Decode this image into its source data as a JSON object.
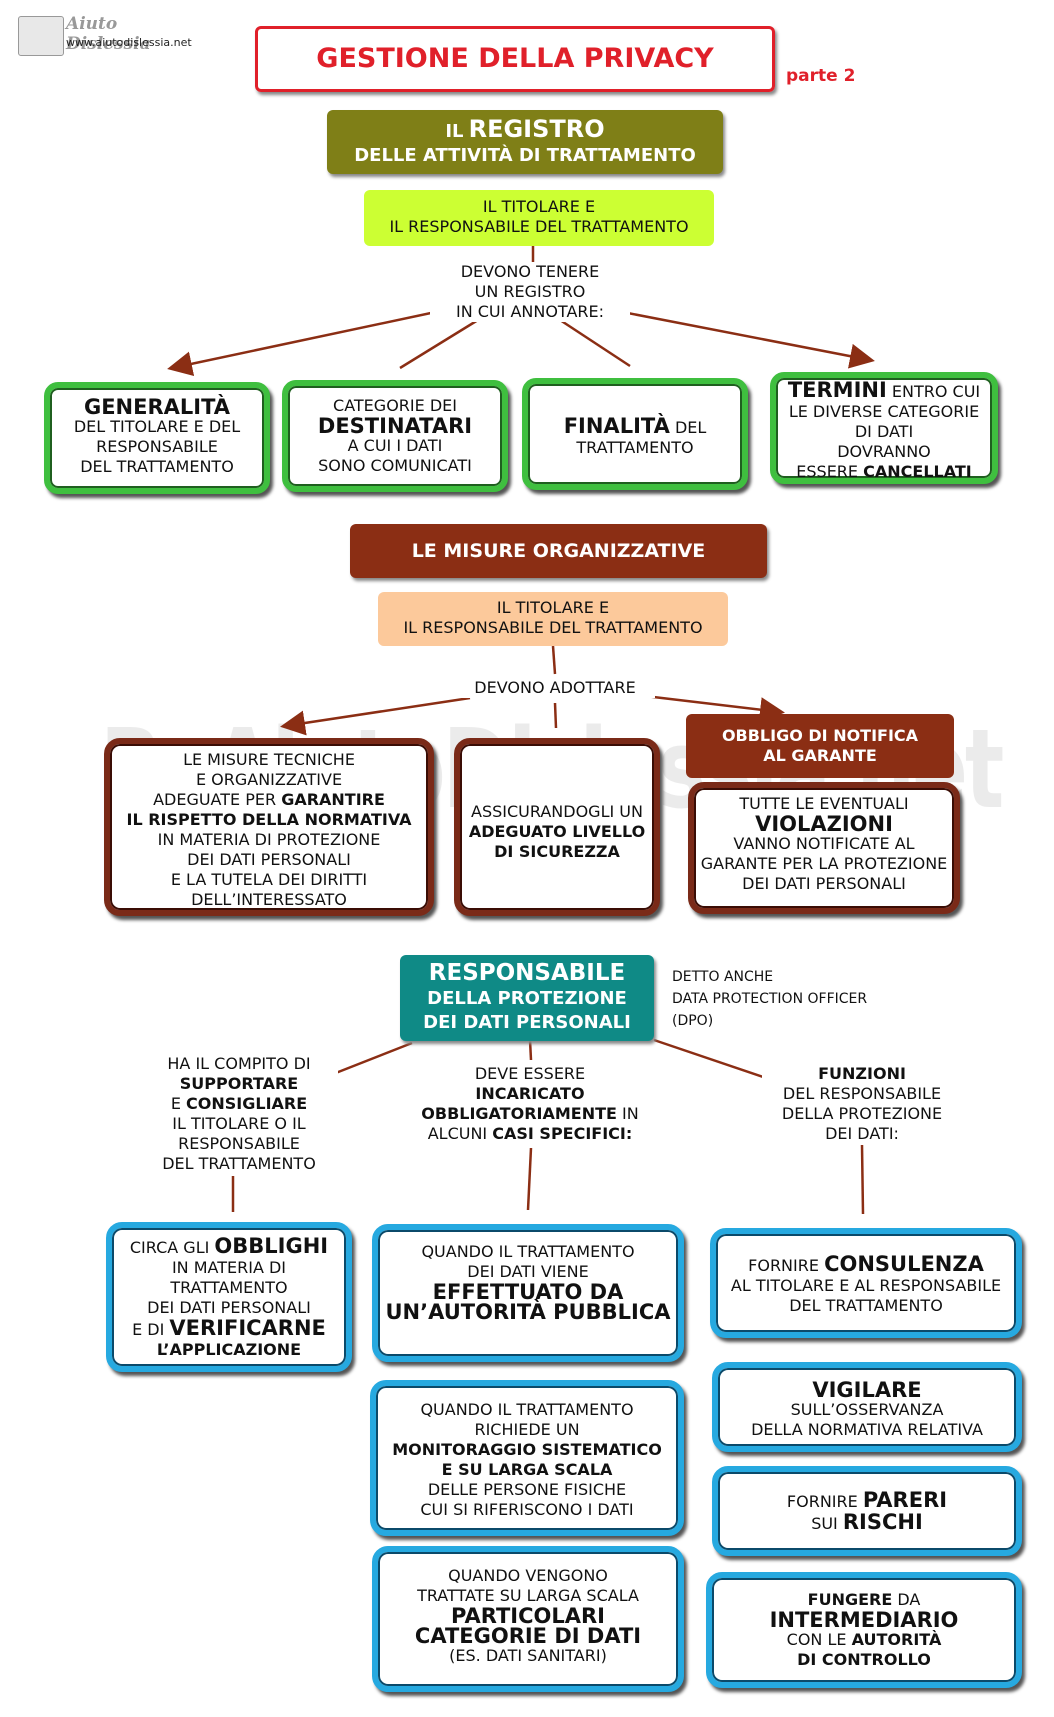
{
  "logo": {
    "name": "Aiuto Dislessia",
    "url": "www.aiutodislessia.net"
  },
  "title": "GESTIONE DELLA PRIVACY",
  "part": "parte 2",
  "watermark": "ByAiutoDislessia.net",
  "registro": {
    "header_small": "IL",
    "header_big": "REGISTRO",
    "header_line2": "DELLE ATTIVITÀ DI TRATTAMENTO",
    "subject_line1": "IL TITOLARE E",
    "subject_line2": "IL RESPONSABILE DEL TRATTAMENTO",
    "connector_line1": "DEVONO TENERE",
    "connector_line2": "UN REGISTRO",
    "connector_line3": "IN CUI ANNOTARE:",
    "boxes": [
      {
        "bold": "GENERALITÀ",
        "l1": "DEL TITOLARE E DEL",
        "l2": "RESPONSABILE",
        "l3": "DEL TRATTAMENTO"
      },
      {
        "pre": "CATEGORIE DEI",
        "bold": "DESTINATARI",
        "l1": "A CUI I DATI",
        "l2": "SONO COMUNICATI"
      },
      {
        "bold": "FINALITÀ",
        "after": "DEL",
        "l1": "TRATTAMENTO"
      },
      {
        "bold": "TERMINI",
        "after": "ENTRO CUI",
        "l1": "LE DIVERSE CATEGORIE",
        "l2": "DI DATI",
        "l3": "DOVRANNO",
        "l4_pre": "ESSERE",
        "l4_bold": "CANCELLATI"
      }
    ]
  },
  "misure": {
    "header": "LE MISURE ORGANIZZATIVE",
    "subject_line1": "IL TITOLARE E",
    "subject_line2": "IL RESPONSABILE DEL TRATTAMENTO",
    "connector": "DEVONO ADOTTARE",
    "box1": {
      "l1": "LE MISURE TECNICHE",
      "l2": "E ORGANIZZATIVE",
      "l3_pre": "ADEGUATE PER",
      "l3_bold": "GARANTIRE",
      "l4_bold": "IL RISPETTO DELLA NORMATIVA",
      "l5": "IN MATERIA DI PROTEZIONE",
      "l6": "DEI DATI PERSONALI",
      "l7": "E LA TUTELA DEI DIRITTI",
      "l8": "DELL’INTERESSATO"
    },
    "box2": {
      "l1": "ASSICURANDOGLI UN",
      "l2_bold": "ADEGUATO LIVELLO",
      "l3_bold": "DI SICUREZZA"
    },
    "notifica_header_l1": "OBBLIGO DI NOTIFICA",
    "notifica_header_l2": "AL GARANTE",
    "box3": {
      "l1": "TUTTE LE EVENTUALI",
      "bold": "VIOLAZIONI",
      "l2": "VANNO NOTIFICATE AL",
      "l3": "GARANTE PER LA PROTEZIONE",
      "l4": "DEI DATI PERSONALI"
    }
  },
  "rpd": {
    "header_l1": "RESPONSABILE",
    "header_l2": "DELLA PROTEZIONE",
    "header_l3": "DEI DATI PERSONALI",
    "aka_l1": "DETTO ANCHE",
    "aka_l2": "DATA PROTECTION OFFICER",
    "aka_l3": "(DPO)",
    "left_connector": {
      "l1": "HA IL COMPITO DI",
      "l2_bold": "SUPPORTARE",
      "l3_pre": "E",
      "l3_bold": "CONSIGLIARE",
      "l4": "IL TITOLARE O IL",
      "l5": "RESPONSABILE",
      "l6": "DEL TRATTAMENTO"
    },
    "mid_connector": {
      "l1": "DEVE ESSERE",
      "l2_bold": "INCARICATO",
      "l3_bold": "OBBLIGATORIAMENTE",
      "l3_after": "IN",
      "l4_pre": "ALCUNI",
      "l4_bold": "CASI SPECIFICI:"
    },
    "right_connector": {
      "l1_bold": "FUNZIONI",
      "l2": "DEL RESPONSABILE",
      "l3": "DELLA PROTEZIONE",
      "l4": "DEI DATI:"
    },
    "left_box": {
      "l1_pre": "CIRCA GLI",
      "l1_bold": "OBBLIGHI",
      "l2": "IN MATERIA DI",
      "l3": "TRATTAMENTO",
      "l4": "DEI DATI PERSONALI",
      "l5_pre": "E DI",
      "l5_bold": "VERIFICARNE",
      "l6_bold": "L’APPLICAZIONE"
    },
    "mid_boxes": [
      {
        "l1": "QUANDO IL TRATTAMENTO",
        "l2": "DEI DATI VIENE",
        "b1": "EFFETTUATO DA",
        "b2": "UN’AUTORITÀ PUBBLICA"
      },
      {
        "l1": "QUANDO IL TRATTAMENTO",
        "l2": "RICHIEDE UN",
        "b1": "MONITORAGGIO SISTEMATICO",
        "b2": "E SU LARGA SCALA",
        "l3": "DELLE PERSONE FISICHE",
        "l4": "CUI SI RIFERISCONO I DATI"
      },
      {
        "l1": "QUANDO VENGONO",
        "l2": "TRATTATE SU LARGA SCALA",
        "b1": "PARTICOLARI",
        "b2": "CATEGORIE DI DATI",
        "l3": "(ES. DATI SANITARI)"
      }
    ],
    "right_boxes": [
      {
        "pre": "FORNIRE",
        "bold": "CONSULENZA",
        "l1": "AL TITOLARE E AL RESPONSABILE",
        "l2": "DEL TRATTAMENTO"
      },
      {
        "bold": "VIGILARE",
        "l1": "SULL’OSSERVANZA",
        "l2": "DELLA NORMATIVA RELATIVA"
      },
      {
        "pre": "FORNIRE",
        "bold": "PARERI",
        "l1_pre": "SUI",
        "l1_bold": "RISCHI"
      },
      {
        "b1_pre": "FUNGERE",
        "b1_after": "DA",
        "bold": "INTERMEDIARIO",
        "l1_pre": "CON LE",
        "l1_bold": "AUTORITÀ",
        "l2_bold": "DI CONTROLLO"
      }
    ]
  },
  "colors": {
    "title_red": "#e0202a",
    "olive": "#7f7f17",
    "lime": "#ccff33",
    "brown": "#8b2e14",
    "peach": "#fcc99b",
    "teal": "#0f8a86",
    "green_border": "#3fbf3f",
    "blue_border": "#26a9e0",
    "arrow": "#8b2e14"
  }
}
